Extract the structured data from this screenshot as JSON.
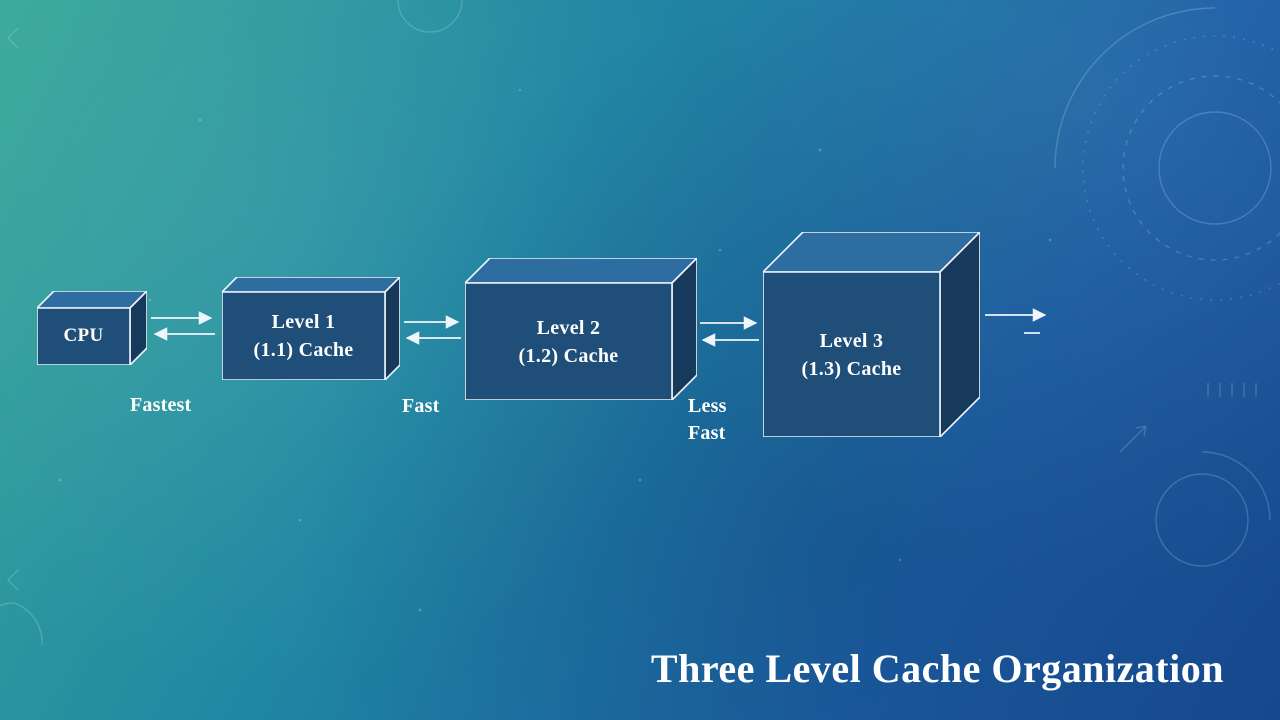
{
  "title": "Three Level Cache Organization",
  "diagram": {
    "nodes": [
      {
        "id": "cpu",
        "line1": "CPU",
        "line2": ""
      },
      {
        "id": "l1-cache",
        "line1": "Level 1",
        "line2": "(1.1) Cache"
      },
      {
        "id": "l2-cache",
        "line1": "Level 2",
        "line2": "(1.2) Cache"
      },
      {
        "id": "l3-cache",
        "line1": "Level 3",
        "line2": "(1.3) Cache"
      }
    ],
    "speed_labels": [
      {
        "text": "Fastest"
      },
      {
        "text": "Fast"
      },
      {
        "text": "Less Fast"
      }
    ],
    "connections": [
      {
        "from": "CPU",
        "to": "Level 1 (1.1) Cache",
        "type": "bidirectional"
      },
      {
        "from": "Level 1 (1.1) Cache",
        "to": "Level 2 (1.2) Cache",
        "type": "bidirectional"
      },
      {
        "from": "Level 2 (1.2) Cache",
        "to": "Level 3 (1.3) Cache",
        "type": "bidirectional"
      },
      {
        "from": "Level 3 (1.3) Cache",
        "to": "",
        "type": "outgoing"
      }
    ]
  },
  "colors": {
    "box-front": "#1f4e79",
    "box-top": "#2e6da0",
    "box-side": "#173a5c",
    "box-border": "#eef4fa",
    "arrow": "#eef6fb",
    "text": "#ffffff",
    "bg-1": "#38a99a",
    "bg-2": "#1f86a3",
    "bg-3": "#1d60a6",
    "bg-4": "#16498f"
  }
}
